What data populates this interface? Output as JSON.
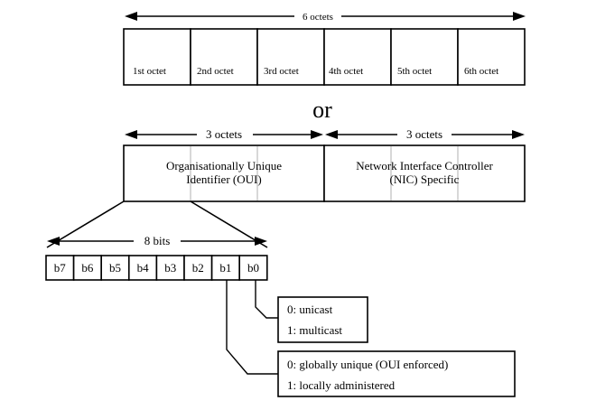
{
  "top": {
    "span_label": "6 octets",
    "octets": [
      "1st octet",
      "2nd octet",
      "3rd octet",
      "4th octet",
      "5th octet",
      "6th octet"
    ]
  },
  "separator": "or",
  "middle": {
    "left_span_label": "3 octets",
    "right_span_label": "3 octets",
    "oui_line1": "Organisationally Unique",
    "oui_line2": "Identifier (OUI)",
    "nic_line1": "Network Interface Controller",
    "nic_line2": "(NIC) Specific"
  },
  "bits": {
    "span_label": "8 bits",
    "labels": [
      "b7",
      "b6",
      "b5",
      "b4",
      "b3",
      "b2",
      "b1",
      "b0"
    ]
  },
  "b0_legend": {
    "line1": "0: unicast",
    "line2": "1: multicast"
  },
  "b1_legend": {
    "line1": "0: globally unique (OUI enforced)",
    "line2": "1: locally administered"
  }
}
